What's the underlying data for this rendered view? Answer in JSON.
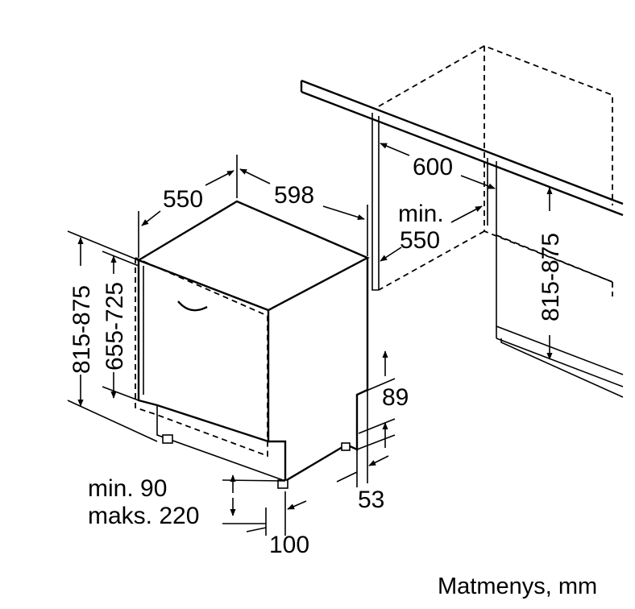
{
  "dimensions": {
    "depth": "550",
    "width": "598",
    "niche_width": "600",
    "niche_depth_line1": "min.",
    "niche_depth_line2": "550",
    "niche_height": "815-875",
    "total_height": "815-875",
    "door_height": "655-725",
    "plinth_height": "89",
    "plinth_recess": "53",
    "plinth_gap_line1": "min. 90",
    "plinth_gap_line2": "maks. 220",
    "door_offset": "100"
  },
  "caption": "Matmenys, mm"
}
